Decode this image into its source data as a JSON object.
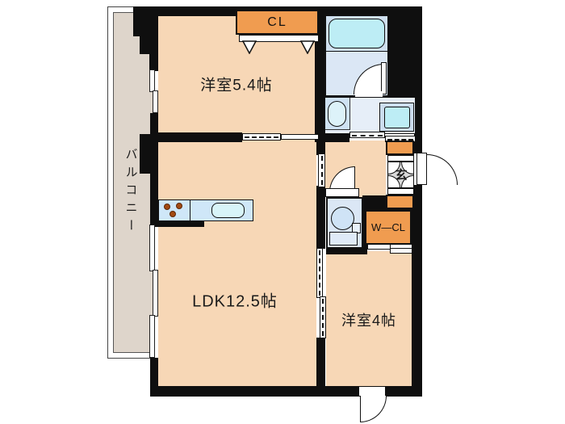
{
  "floorplan": {
    "type": "japanese-apartment-floorplan",
    "rooms": {
      "bedroom1": {
        "label": "洋室5.4帖"
      },
      "ldk": {
        "label": "LDK12.5帖"
      },
      "bedroom2": {
        "label": "洋室4帖"
      },
      "balcony": {
        "label": "バルコニー"
      },
      "closet": {
        "label": "CL"
      },
      "walk_in_closet": {
        "label": "W—CL"
      },
      "entrance": {
        "label": "玄"
      }
    },
    "fixtures": [
      "bathtub",
      "bath-door",
      "vanity-sink",
      "washing-machine",
      "toilet",
      "kitchen-counter",
      "stove-burners",
      "kitchen-sink",
      "entrance-door",
      "exterior-door",
      "sliding-doors",
      "windows",
      "closet-folding-doors"
    ],
    "colors": {
      "wall_black": "#0f0f0f",
      "room_floor": "#f7d7b6",
      "closet_orange": "#f09c50",
      "balcony_gray": "#ded5cb",
      "wet_area_blue": "#dbe7f5",
      "wet_area_blue_light": "#e6eef8",
      "fixture_cyan": "#bdedf5",
      "fixture_blue": "#cfe3f6",
      "entrance_tile": "#d9d9d9",
      "burner_brown": "#a34a12"
    }
  }
}
